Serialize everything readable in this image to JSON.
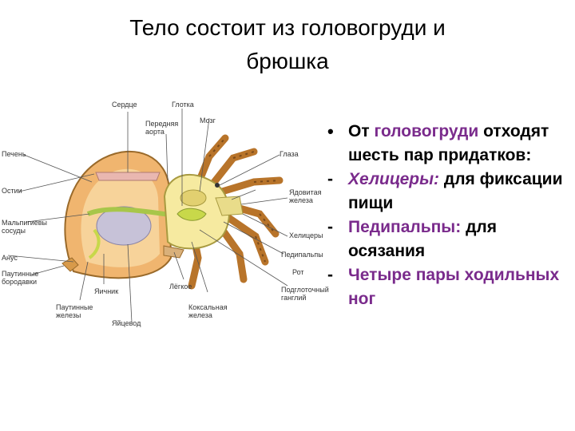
{
  "title": {
    "line1": "Тело состоит из головогруди и",
    "line2": "брюшка"
  },
  "figure": {
    "labels": {
      "serdtse": "Сердце",
      "glotka": "Глотка",
      "perednyaya_aorta": "Передняя\nаорта",
      "mozg": "Мозг",
      "pechen": "Печень",
      "glaza": "Глаза",
      "ostii": "Остии",
      "yadovitaya_zheleza": "Ядовитая\nжелеза",
      "malpigievy_sosudy": "Мальпигиевы\nсосуды",
      "khelitsery": "Хелицеры",
      "anus": "Анус",
      "pedipalpy": "Педипальпы",
      "pautinnye_borodavki": "Паутинные\nбородавки",
      "rot": "Рот",
      "pautinnye_zhelezy": "Паутинные\nжелезы",
      "yaichnik": "Яичник",
      "yaitsevod": "Яйцевод",
      "legkoe": "Лёгкое",
      "koksalnaya_zheleza": "Коксальная\nжелеза",
      "podglotochny_ganglii": "Подглоточный\nганглий"
    }
  },
  "bullets": {
    "b1_pre": "От ",
    "b1_accent": "головогруди",
    "b1_post": " отходят шесть пар придатков:",
    "b2_accent": "Хелицеры:",
    "b2_post": " для фиксации пищи",
    "b3_accent": "Педипальпы:",
    "b3_post": " для осязания",
    "b4_accent": "Четыре пары ходильных ног",
    "marker_dot": "•",
    "marker_dash": "-"
  },
  "colors": {
    "accent": "#7a2b8c",
    "abdomen": "#f0b56f",
    "cephalothorax": "#f6eaa0",
    "legs": "#b8742a",
    "organ_green": "#a8c64a",
    "ovary": "#c7c2d8",
    "heart": "#e9b7b0"
  }
}
